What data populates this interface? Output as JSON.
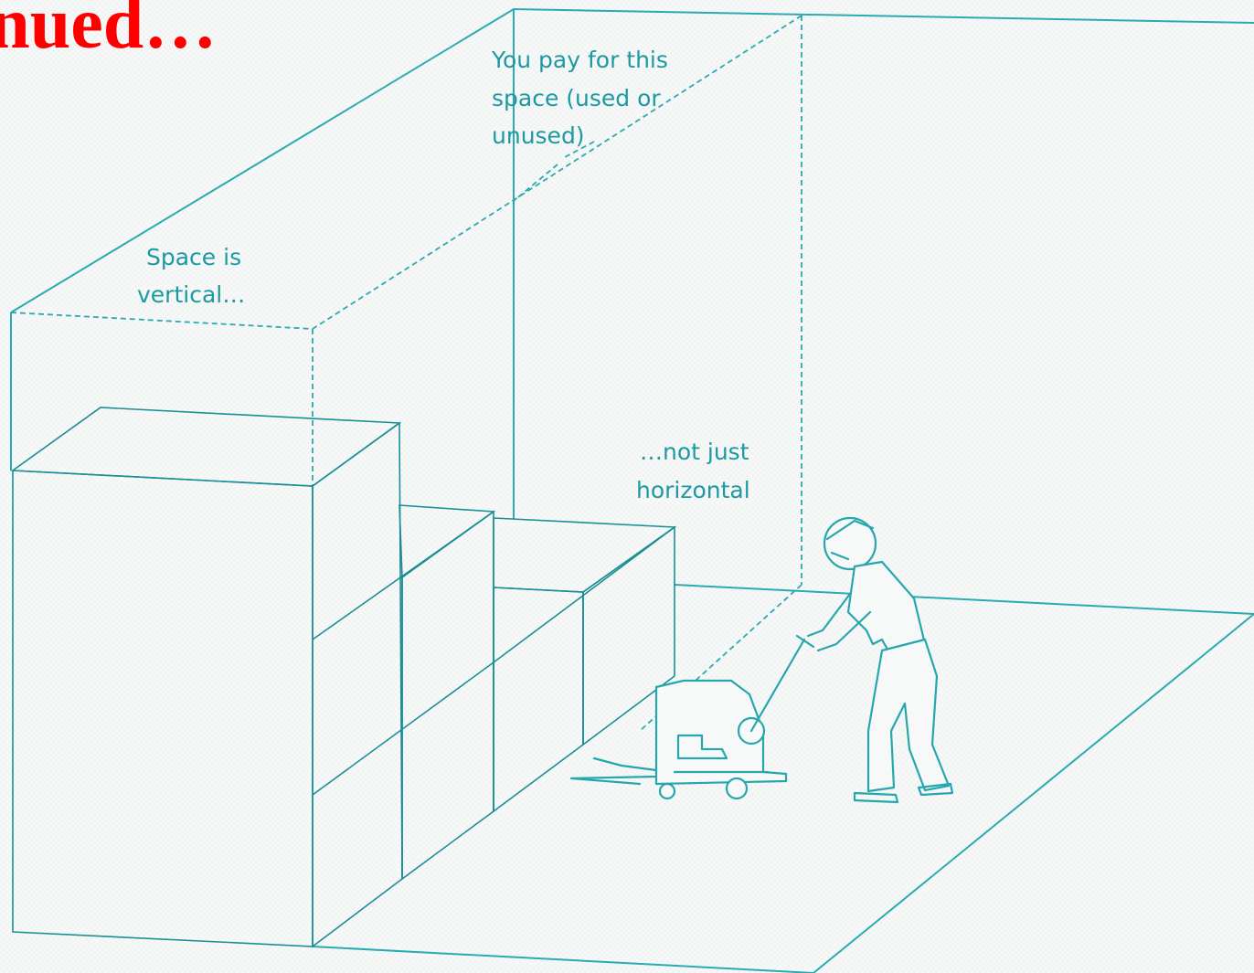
{
  "slide": {
    "title": "inued…"
  },
  "diagram": {
    "labels": {
      "pay_line1": "You pay for this",
      "pay_line2": "space (used or",
      "pay_line3": "unused)",
      "vertical_line1": "Space is",
      "vertical_line2": "vertical…",
      "horizontal_line1": "…not just",
      "horizontal_line2": "horizontal"
    },
    "colors": {
      "title": "#ff0000",
      "outline": "#2aabb2",
      "label": "#1c9aa2",
      "box_front_dark": "#00a6ae",
      "box_side": "#66cbcd",
      "box_top": "#c0e8e9"
    },
    "icons": {
      "worker": "worker-pushing-pallet-jack",
      "pallet_jack": "pallet-jack"
    }
  }
}
